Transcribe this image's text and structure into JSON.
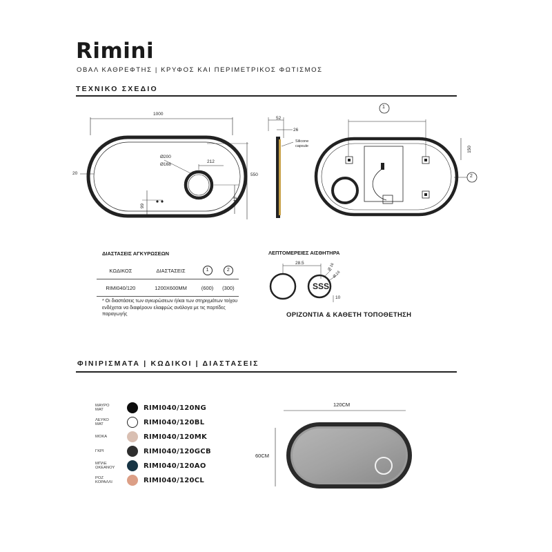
{
  "header": {
    "title": "Rimini",
    "subtitle": "ΟΒΑΛ ΚΑΘΡΕΦΤΗΣ | ΚΡΥΦΟΣ ΚΑΙ ΠΕΡΙΜΕΤΡΙΚΟΣ ΦΩΤΙΣΜΟΣ"
  },
  "technical": {
    "heading": "ΤΕΧΝΙΚΟ ΣΧΕΔΙΟ",
    "front_dims": {
      "width": "1000",
      "height": "550",
      "offset_left": "20",
      "d_outer": "Ø200",
      "d_inner": "Ø168",
      "dim_212_top": "212",
      "dim_212_side": "212",
      "dim_99": "99"
    },
    "side_dims": {
      "d52": "52",
      "d26": "26",
      "silicone": "Silicone",
      "capsule": "capsule"
    },
    "back_dims": {
      "ref1": "1",
      "ref2": "2",
      "d150": "150"
    }
  },
  "anchors": {
    "title": "ΔΙΑΣΤΑΣΕΙΣ ΑΓΚΥΡΩΣΕΩΝ",
    "columns": [
      "ΚΩΔΙΚΟΣ",
      "ΔΙΑΣΤΑΣΕΙΣ",
      "1",
      "2"
    ],
    "row": [
      "RIMI040/120",
      "1200X600MM",
      "(600)",
      "(300)"
    ],
    "note": "* Οι διαστάσεις των αγκυρώσεων ή/και των στηριγμάτων τοίχου ενδέχεται να διαφέρουν ελαφρώς ανάλογα με τις παρτίδες παραγωγής"
  },
  "sensor": {
    "title": "ΛΕΠΤΟΜΕΡΕΙΕΣ ΑΙΣΘΗΤΗΡΑ",
    "d285": "28.5",
    "d16a": "Ø 16",
    "d16b": "Ø 16",
    "d10": "10",
    "mount": "ΟΡΙΖΟΝΤΙΑ & ΚΑΘΕΤΗ ΤΟΠΟΘΕΤΗΣΗ"
  },
  "finishes": {
    "heading": "ΦΙΝΙΡΙΣΜΑΤΑ | ΚΩΔΙΚΟΙ | ΔΙΑΣΤΑΣΕΙΣ",
    "items": [
      {
        "label1": "ΜΑΥΡΟ",
        "label2": "ΜΑΤ",
        "code": "RIMI040/120NG",
        "color": "#0d0d0d",
        "border": "#0d0d0d"
      },
      {
        "label1": "ΛΕΥΚΟ",
        "label2": "ΜΑΤ",
        "code": "RIMI040/120BL",
        "color": "#ffffff",
        "border": "#222222"
      },
      {
        "label1": "ΜΟΚΑ",
        "label2": "",
        "code": "RIMI040/120MK",
        "color": "#d9bfb2",
        "border": "#d9bfb2"
      },
      {
        "label1": "ΓΚΡΙ",
        "label2": "",
        "code": "RIMI040/120GCB",
        "color": "#2e2e2e",
        "border": "#2e2e2e"
      },
      {
        "label1": "ΜΠΛΕ",
        "label2": "ΩΚΕΑΝΟΥ",
        "code": "RIMI040/120AO",
        "color": "#173444",
        "border": "#173444"
      },
      {
        "label1": "ΡΟΖ",
        "label2": "ΚΟΡΑΛΛΙ",
        "code": "RIMI040/120CL",
        "color": "#dc9f86",
        "border": "#dc9f86"
      }
    ],
    "width_label": "120CM",
    "height_label": "60CM"
  }
}
